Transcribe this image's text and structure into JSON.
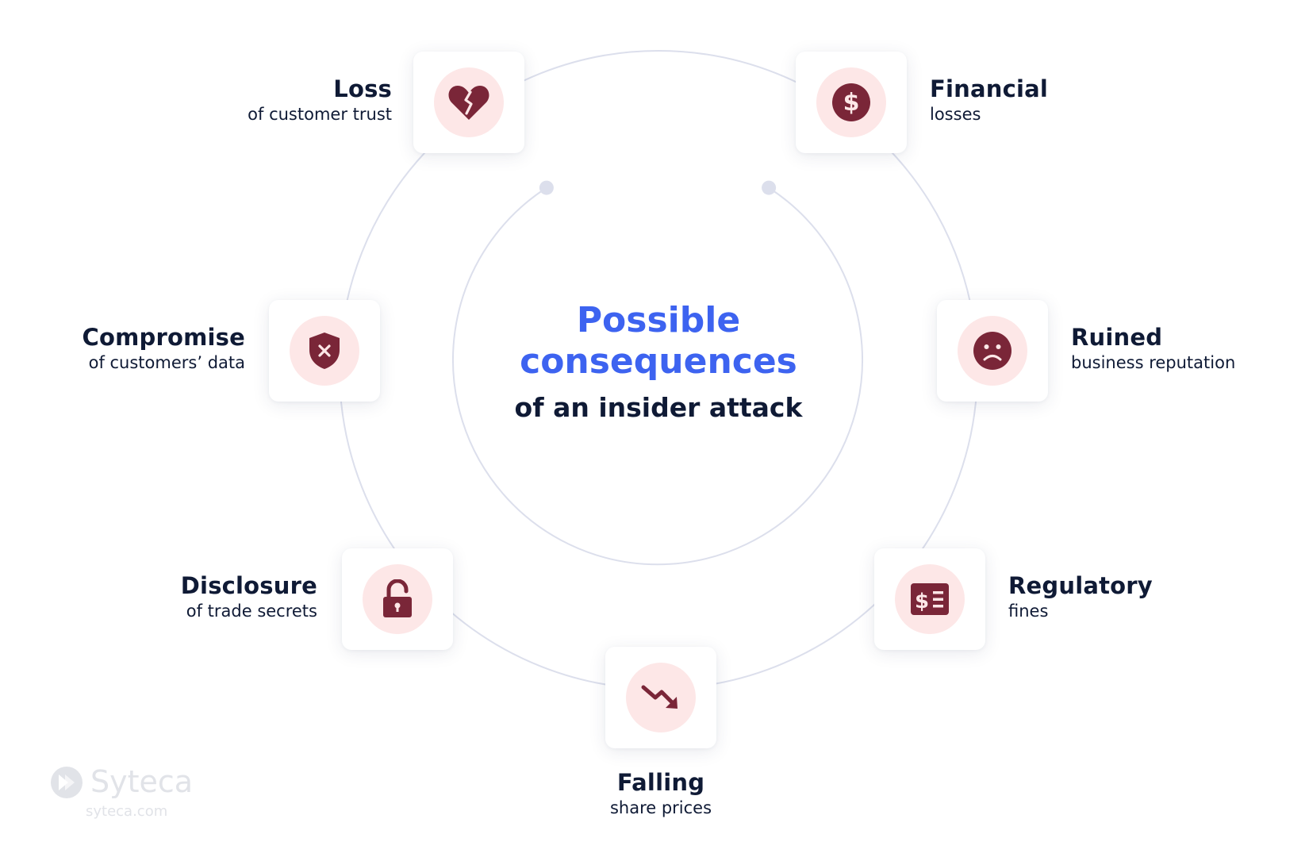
{
  "title_line1": "Possible",
  "title_line2": "consequences",
  "subtitle": "of an insider attack",
  "items": [
    {
      "title": "Loss",
      "subtitle": "of customer trust",
      "icon": "broken-heart-icon"
    },
    {
      "title": "Financial",
      "subtitle": "losses",
      "icon": "dollar-coin-icon"
    },
    {
      "title": "Ruined",
      "subtitle": "business reputation",
      "icon": "sad-face-icon"
    },
    {
      "title": "Regulatory",
      "subtitle": "fines",
      "icon": "fine-ticket-icon"
    },
    {
      "title": "Falling",
      "subtitle": "share prices",
      "icon": "trend-down-icon"
    },
    {
      "title": "Disclosure",
      "subtitle": "of trade secrets",
      "icon": "unlocked-padlock-icon"
    },
    {
      "title": "Compromise",
      "subtitle": "of customers’ data",
      "icon": "shield-x-icon"
    }
  ],
  "logo": {
    "brand": "Syteca",
    "site": "syteca.com"
  },
  "colors": {
    "accent_blue": "#3d63f0",
    "icon_maroon": "#7a2638",
    "icon_bg": "#fde7e7",
    "ring": "#dcdfec",
    "text": "#0f1a35"
  }
}
